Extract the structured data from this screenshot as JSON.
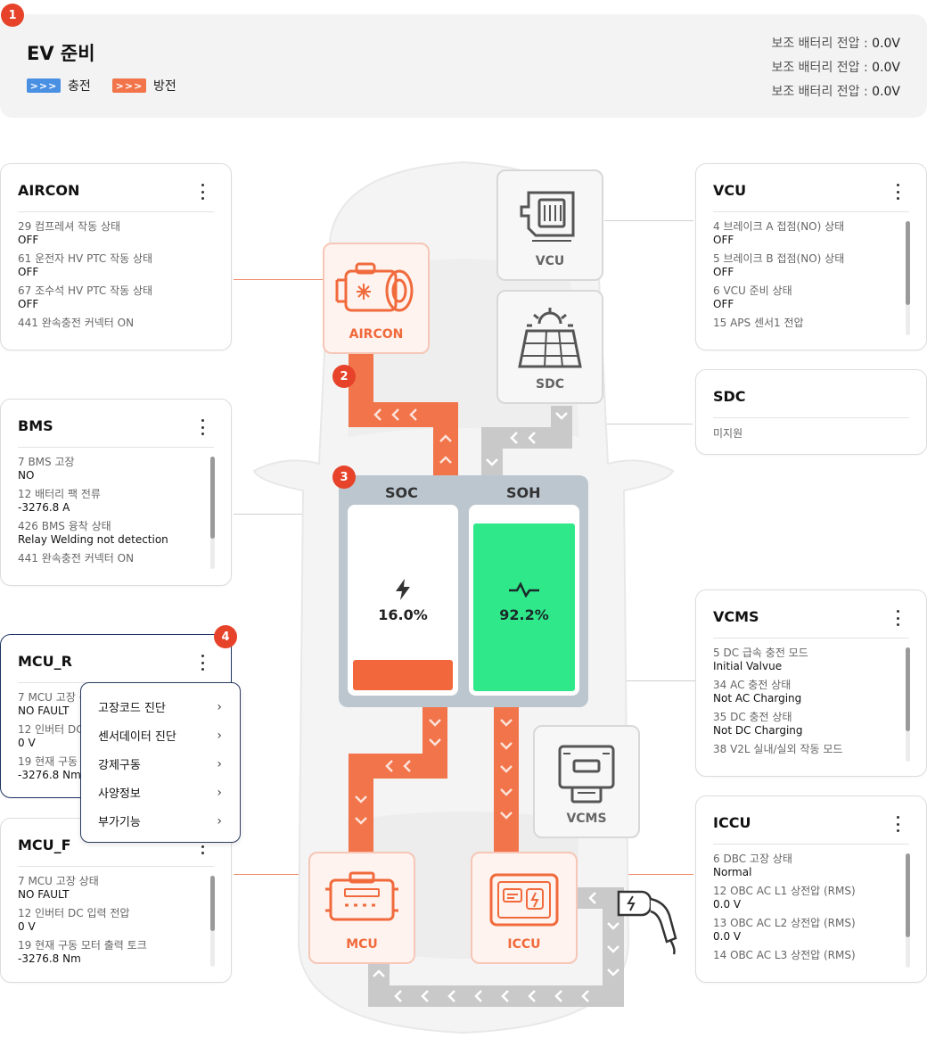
{
  "header": {
    "step": "1",
    "title": "EV 준비",
    "legend": [
      {
        "chevrons": ">>>",
        "label": "충전",
        "color": "#4a90e2"
      },
      {
        "chevrons": ">>>",
        "label": "방전",
        "color": "#f2744a"
      }
    ],
    "battery": [
      {
        "label": "보조 배터리 전압 :",
        "value": "0.0V"
      },
      {
        "label": "보조 배터리 전압 :",
        "value": "0.0V"
      },
      {
        "label": "보조 배터리 전압 :",
        "value": "0.0V"
      }
    ]
  },
  "steps": {
    "s2": "2",
    "s3": "3",
    "s4": "4"
  },
  "cards": {
    "aircon": {
      "title": "AIRCON",
      "items": [
        {
          "k": "29 컴프레셔 작동 상태",
          "v": "OFF"
        },
        {
          "k": "61 운전자 HV PTC 작동 상태",
          "v": "OFF"
        },
        {
          "k": "67 조수석 HV PTC 작동 상태",
          "v": "OFF"
        },
        {
          "k": "441 완속충전 커넥터 ON",
          "v": ""
        }
      ]
    },
    "bms": {
      "title": "BMS",
      "items": [
        {
          "k": "7 BMS 고장",
          "v": "NO"
        },
        {
          "k": "12 배터리 팩 전류",
          "v": "-3276.8 A"
        },
        {
          "k": "426 BMS 융착 상태",
          "v": "Relay Welding not detection"
        },
        {
          "k": "441 완속충전 커넥터 ON",
          "v": ""
        }
      ]
    },
    "mcu_r": {
      "title": "MCU_R",
      "items": [
        {
          "k": "7 MCU 고장 상태",
          "v": "NO FAULT"
        },
        {
          "k": "12 인버터 DC 입력 전압",
          "v": "0 V"
        },
        {
          "k": "19 현재 구동 모터 출력 토크",
          "v": "-3276.8 Nm"
        }
      ]
    },
    "mcu_f": {
      "title": "MCU_F",
      "items": [
        {
          "k": "7 MCU 고장 상태",
          "v": "NO FAULT"
        },
        {
          "k": "12 인버터 DC 입력 전압",
          "v": "0 V"
        },
        {
          "k": "19 현재 구동 모터 출력 토크",
          "v": "-3276.8 Nm"
        }
      ]
    },
    "vcu": {
      "title": "VCU",
      "items": [
        {
          "k": "4 브레이크 A 접점(NO) 상태",
          "v": "OFF"
        },
        {
          "k": "5 브레이크 B 접점(NO) 상태",
          "v": "OFF"
        },
        {
          "k": "6 VCU 준비 상태",
          "v": "OFF"
        },
        {
          "k": "15 APS 센서1 전압",
          "v": ""
        }
      ]
    },
    "sdc": {
      "title": "SDC",
      "items": [
        {
          "k": "미지원",
          "v": ""
        }
      ]
    },
    "vcms": {
      "title": "VCMS",
      "items": [
        {
          "k": "5 DC 급속 충전 모드",
          "v": "Initial Valvue"
        },
        {
          "k": "34 AC 충전 상태",
          "v": "Not AC Charging"
        },
        {
          "k": "35 DC 충전 상태",
          "v": "Not DC Charging"
        },
        {
          "k": "38 V2L 실내/실외 작동 모드",
          "v": ""
        }
      ]
    },
    "iccu": {
      "title": "ICCU",
      "items": [
        {
          "k": "6 DBC 고장 상태",
          "v": "Normal"
        },
        {
          "k": "12 OBC AC L1 상전압 (RMS)",
          "v": "0.0 V"
        },
        {
          "k": "13 OBC AC L2 상전압 (RMS)",
          "v": "0.0 V"
        },
        {
          "k": "14 OBC AC L3 상전압 (RMS)",
          "v": ""
        }
      ]
    }
  },
  "components": {
    "aircon": "AIRCON",
    "vcu": "VCU",
    "sdc": "SDC",
    "vcms": "VCMS",
    "mcu": "MCU",
    "iccu": "ICCU"
  },
  "battery_status": {
    "soc_label": "SOC",
    "soh_label": "SOH",
    "soc_value": "16.0%",
    "soh_value": "92.2%",
    "soc_fraction": 0.16,
    "soh_fraction": 0.922,
    "soc_color": "#f2673b",
    "soh_color": "#2ee88a"
  },
  "dropdown": {
    "items": [
      "고장코드 진단",
      "센서데이터 진단",
      "강제구동",
      "사양정보",
      "부가기능"
    ]
  },
  "colors": {
    "accent": "#e6432a",
    "discharge": "#f2744a",
    "charge": "#4a90e2",
    "flow_gray": "#c9c9c9"
  }
}
